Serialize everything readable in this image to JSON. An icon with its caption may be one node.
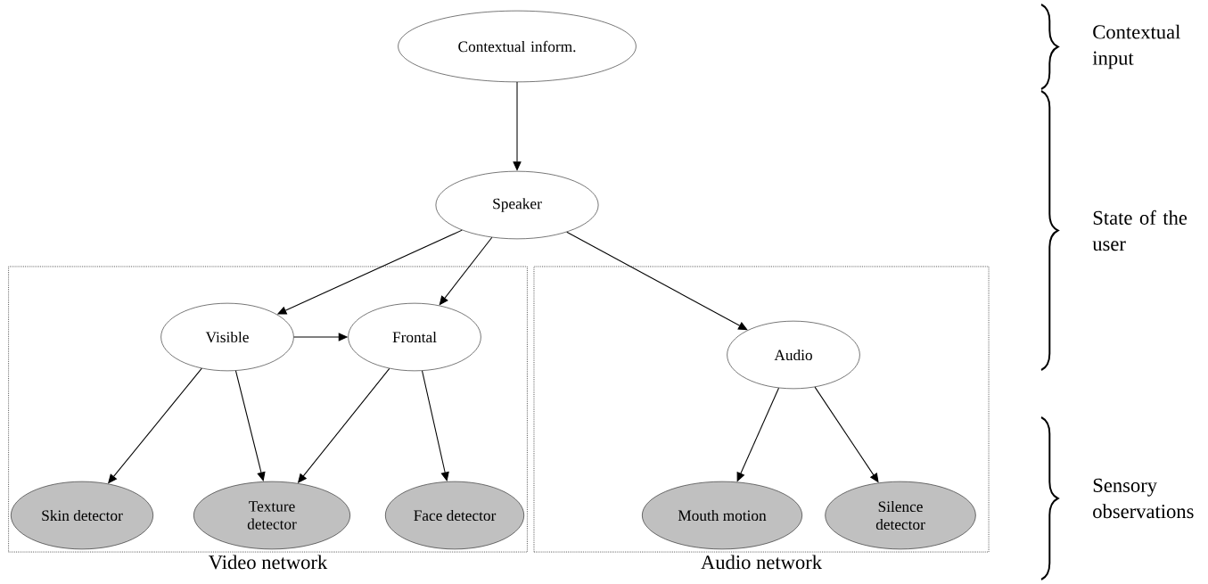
{
  "diagram": {
    "nodes": [
      {
        "text": [
          "Contextual inform."
        ]
      },
      {
        "text": [
          "Speaker"
        ]
      },
      {
        "text": [
          "Video network"
        ]
      },
      {
        "text": [
          "Visible"
        ],
        "in": 2
      },
      {
        "text": [
          "Frontal"
        ],
        "in": 2
      },
      {
        "text": [
          "Skin detector"
        ],
        "in": 2
      },
      {
        "text": [
          "Texture detector"
        ],
        "in": 2
      },
      {
        "text": [
          "Face detector"
        ],
        "in": 2
      },
      {
        "text": [
          "Audio network"
        ]
      },
      {
        "text": [
          "Audio"
        ],
        "in": 8
      },
      {
        "text": [
          "Mouth motion"
        ],
        "in": 8
      },
      {
        "text": [
          "Silence detector"
        ],
        "in": 8
      }
    ],
    "edges": [
      {
        "from": 0,
        "to": 1,
        "arrow": "to"
      },
      {
        "from": 1,
        "to": 3,
        "arrow": "to"
      },
      {
        "from": 1,
        "to": 4,
        "arrow": "to"
      },
      {
        "from": 1,
        "to": 9,
        "arrow": "to"
      },
      {
        "from": 3,
        "to": 4,
        "arrow": "to"
      },
      {
        "from": 3,
        "to": 5,
        "arrow": "to"
      },
      {
        "from": 3,
        "to": 6,
        "arrow": "to"
      },
      {
        "from": 4,
        "to": 6,
        "arrow": "to"
      },
      {
        "from": 4,
        "to": 7,
        "arrow": "to"
      },
      {
        "from": 9,
        "to": 10,
        "arrow": "to"
      },
      {
        "from": 9,
        "to": 11,
        "arrow": "to"
      }
    ],
    "labels": [
      "Contextual input",
      "State of the user",
      "Sensory observations"
    ]
  }
}
